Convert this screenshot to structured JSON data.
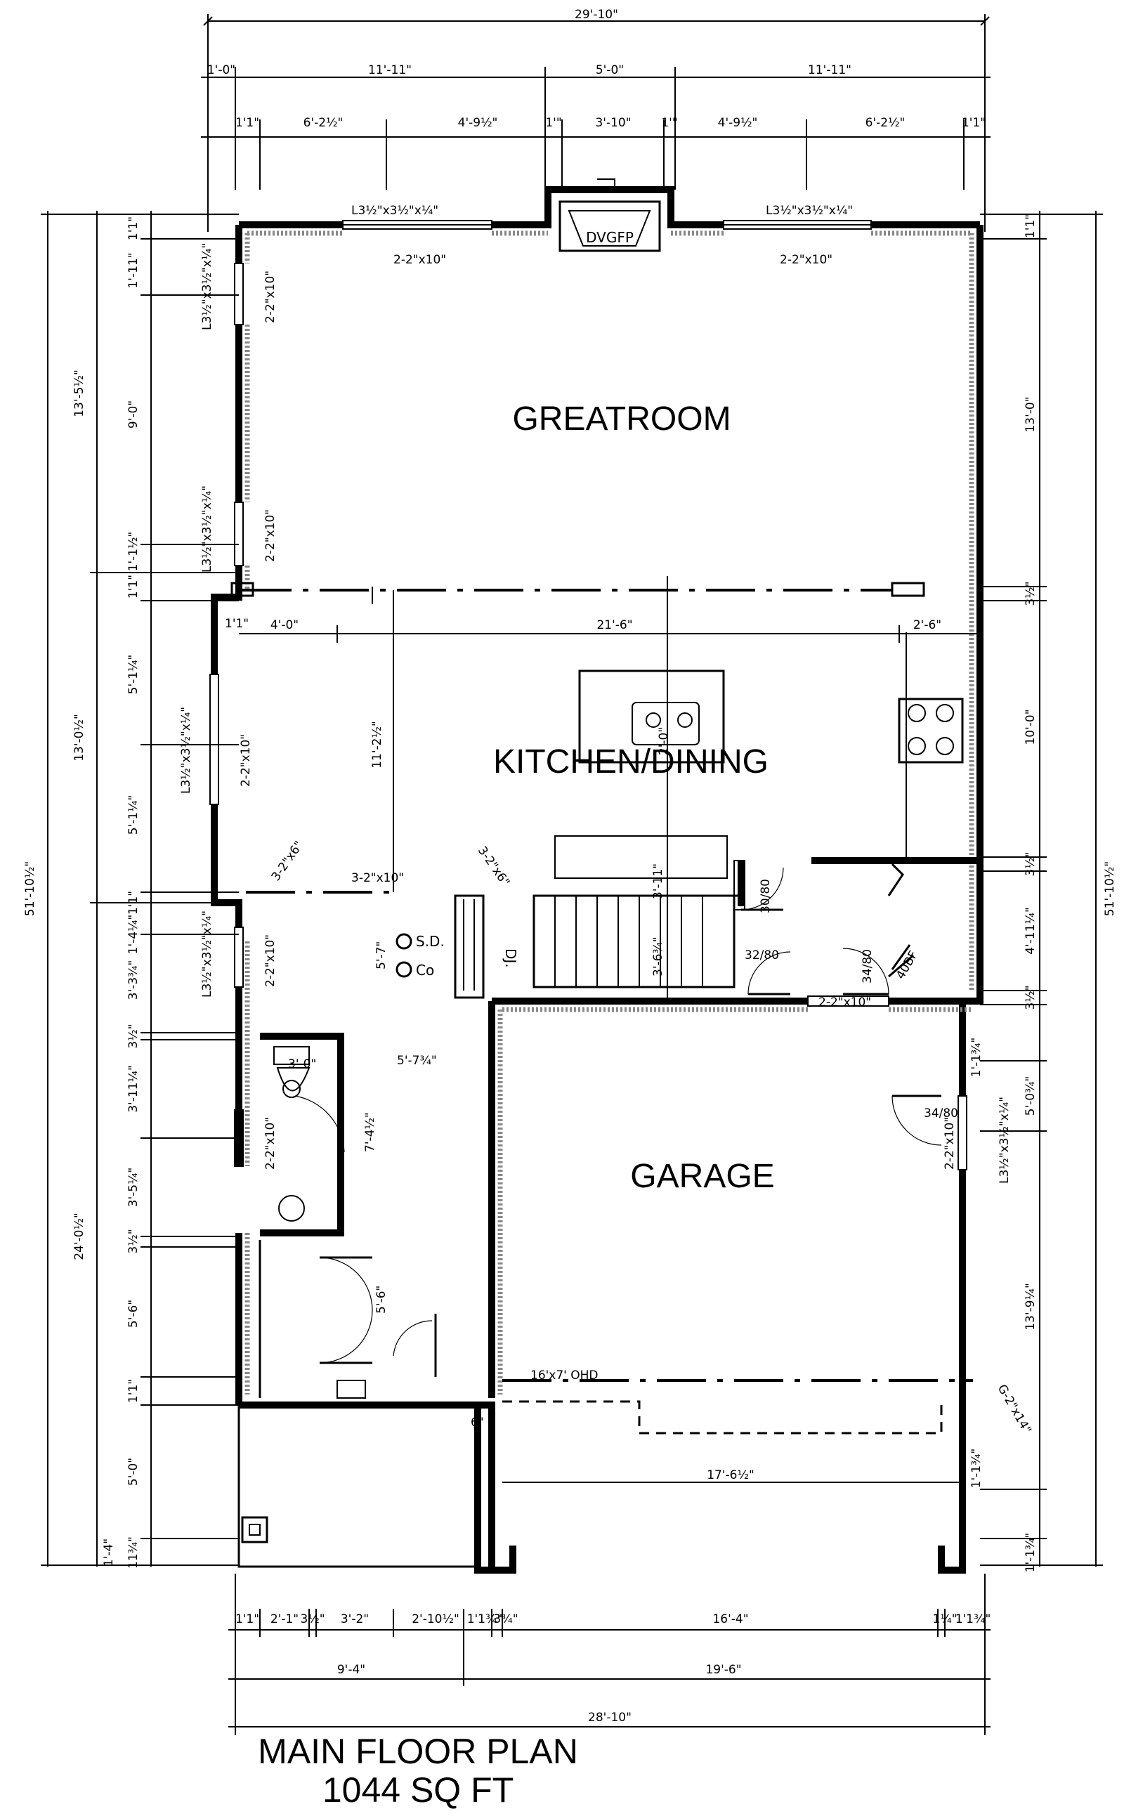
{
  "plan": {
    "title": "MAIN FLOOR PLAN",
    "area": "1044 SQ FT",
    "rooms": {
      "greatroom": "GREATROOM",
      "kitchen": "KITCHEN/DINING",
      "garage": "GARAGE"
    },
    "fireplace": "DVGFP",
    "detectors": {
      "smoke": "S.D.",
      "co": "Co"
    },
    "dj": "DJ.",
    "garage_door": "16'x7' OHD",
    "doors": [
      "30/80",
      "32/80",
      "34/80",
      "34/80"
    ],
    "range_hood": "40BF"
  },
  "dims": {
    "top_overall": "29'-10\"",
    "top_row1": [
      "1'-0\"",
      "11'-11\"",
      "5'-0\"",
      "11'-11\""
    ],
    "top_row2": [
      "1'1\"",
      "6'-2½\"",
      "4'-9½\"",
      "1'\"",
      "3'-10\"",
      "1'\"",
      "4'-9½\"",
      "6'-2½\"",
      "1'1\""
    ],
    "bottom_row1": [
      "1'1\"",
      "2'-1\"",
      "3½\"",
      "3'-2\"",
      "2'-10½\"",
      "1'1¾\"",
      "3¾\"",
      "16'-4\"",
      "1¼\"",
      "1'1¾\""
    ],
    "bottom_row2": [
      "9'-4\"",
      "19'-6\""
    ],
    "bottom_overall": "28'-10\"",
    "left_overall": "51'-10½\"",
    "left_groups": [
      "13'-5½\"",
      "13'-0½\"",
      "24'-0½\""
    ],
    "left_detail": [
      "1'1\"",
      "1'-11\"",
      "9'-0\"",
      "1'-1½\"",
      "1'1\"",
      "5'-1¼\"",
      "5'-1¼\"",
      "1'1\"",
      "1'-4¼\"",
      "3'-3¾\"",
      "3½\"",
      "3'-11¼\"",
      "3'-5¼\"",
      "3½\"",
      "5'-6\"",
      "1'1\"",
      "5'-0\"",
      "1'-4\"",
      "11¾\""
    ],
    "right_overall": "51'-10½\"",
    "right_detail": [
      "1'1\"",
      "13'-0\"",
      "3½\"",
      "10'-0\"",
      "3½\"",
      "4'-11¼\"",
      "3½\"",
      "1'-1¾\"",
      "5'-0¾\"",
      "13'-9¼\"",
      "1'-1¾\"",
      "1'-1¾\""
    ],
    "interior": {
      "great_head_l": "2-2\"x10\"",
      "great_head_r": "2-2\"x10\"",
      "lintel_l": "L3½\"x3½\"x¼\"",
      "lintel_r": "L3½\"x3½\"x¼\"",
      "side_lintel1": "L3½\"x3½\"x¼\"",
      "side_lintel2": "L3½\"x3½\"x¼\"",
      "side_lintel3": "L3½\"x3½\"x¼\"",
      "side_lintel4": "L3½\"x3½\"x¼\"",
      "garage_lintel": "L3½\"x3½\"x¼\"",
      "side_head1": "2-2\"x10\"",
      "side_head2": "2-2\"x10\"",
      "side_head3": "2-2\"x10\"",
      "side_head4": "2-2\"x10\"",
      "side_head5": "2-2\"x10\"",
      "garage_head": "2-2\"x10\"",
      "bath_head": "2-2\"x10\"",
      "beam_a": "3-2\"x6\"",
      "beam_b": "3-2\"x10\"",
      "beam_c": "3-2\"x6\"",
      "k_4": "4'-0\"",
      "k_21": "21'-6\"",
      "k_25": "2'-6\"",
      "k_112": "11'-2½\"",
      "k_57": "5'-7\"",
      "k_57b": "5'-7¾\"",
      "k_74": "7'-4½\"",
      "k_56": "5'-6\"",
      "k_30": "3'-0\"",
      "k_20": "2'-0\"",
      "k_112b": "1'1\"",
      "stair_a": "3'-6¾\"",
      "stair_b": "3'-11\"",
      "stair_c": "3½\"",
      "garage_w": "17'-6½\"",
      "ohd_head": "G-2\"x14\"",
      "k_6": "6\"",
      "k_112c": "1'1\"",
      "k_35a": "3½\"",
      "k_35b": "3½\"",
      "k_35c": "3½\""
    }
  }
}
